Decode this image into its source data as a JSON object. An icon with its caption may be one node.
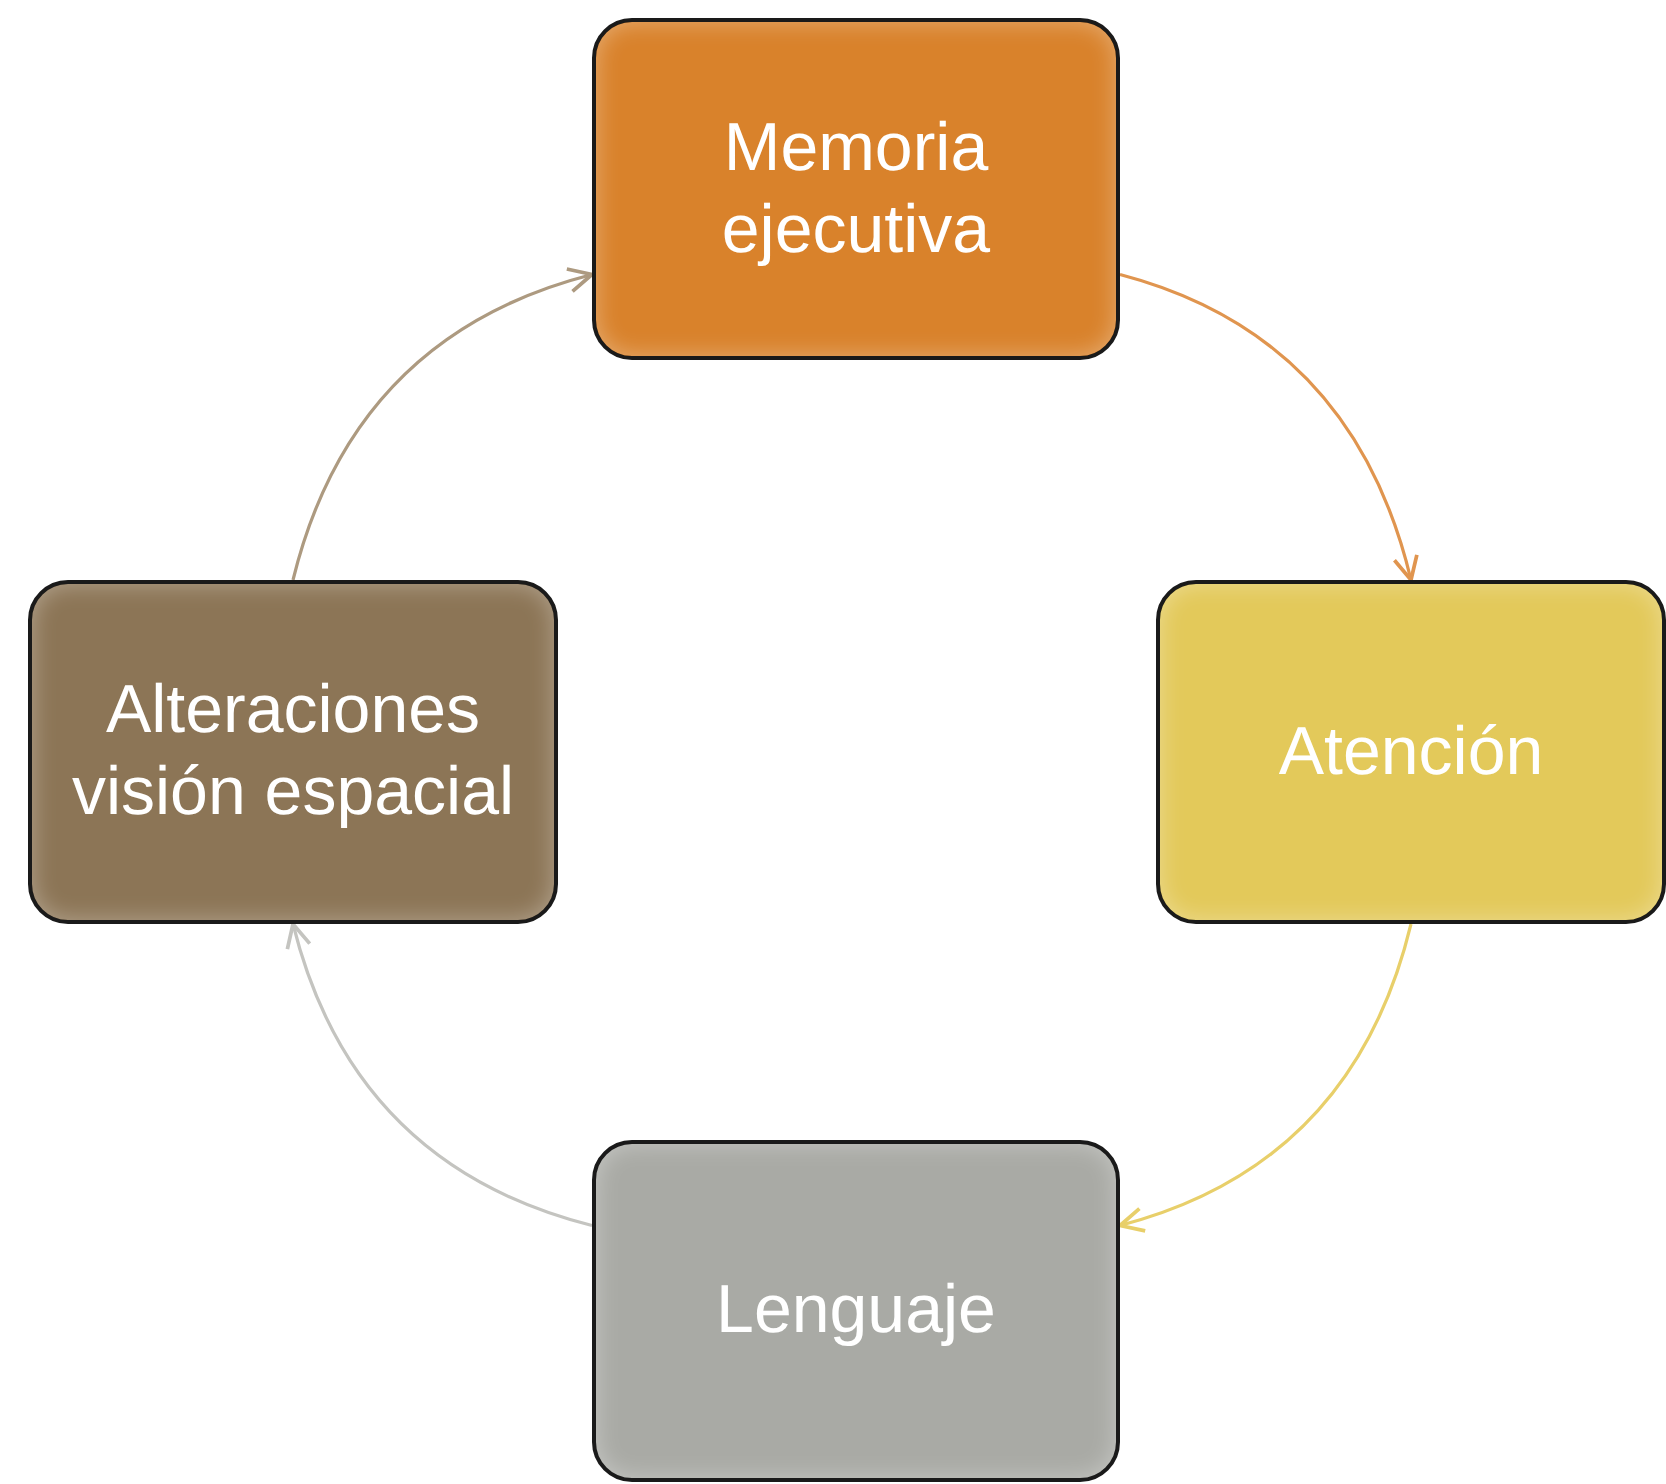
{
  "diagram": {
    "nodes": [
      {
        "text": [
          "Memoria ejecutiva"
        ]
      },
      {
        "text": [
          "Atención"
        ]
      },
      {
        "text": [
          "Lenguaje"
        ]
      },
      {
        "text": [
          "Alteraciones visión espacial"
        ]
      }
    ],
    "edges": [
      {
        "from": 0,
        "to": 1,
        "arrow": "to",
        "color": "#e0954f"
      },
      {
        "from": 1,
        "to": 2,
        "arrow": "to",
        "color": "#e8cf6a"
      },
      {
        "from": 2,
        "to": 3,
        "arrow": "to",
        "color": "#c4c4c0"
      },
      {
        "from": 3,
        "to": 0,
        "arrow": "to",
        "color": "#ad9a80"
      }
    ]
  }
}
